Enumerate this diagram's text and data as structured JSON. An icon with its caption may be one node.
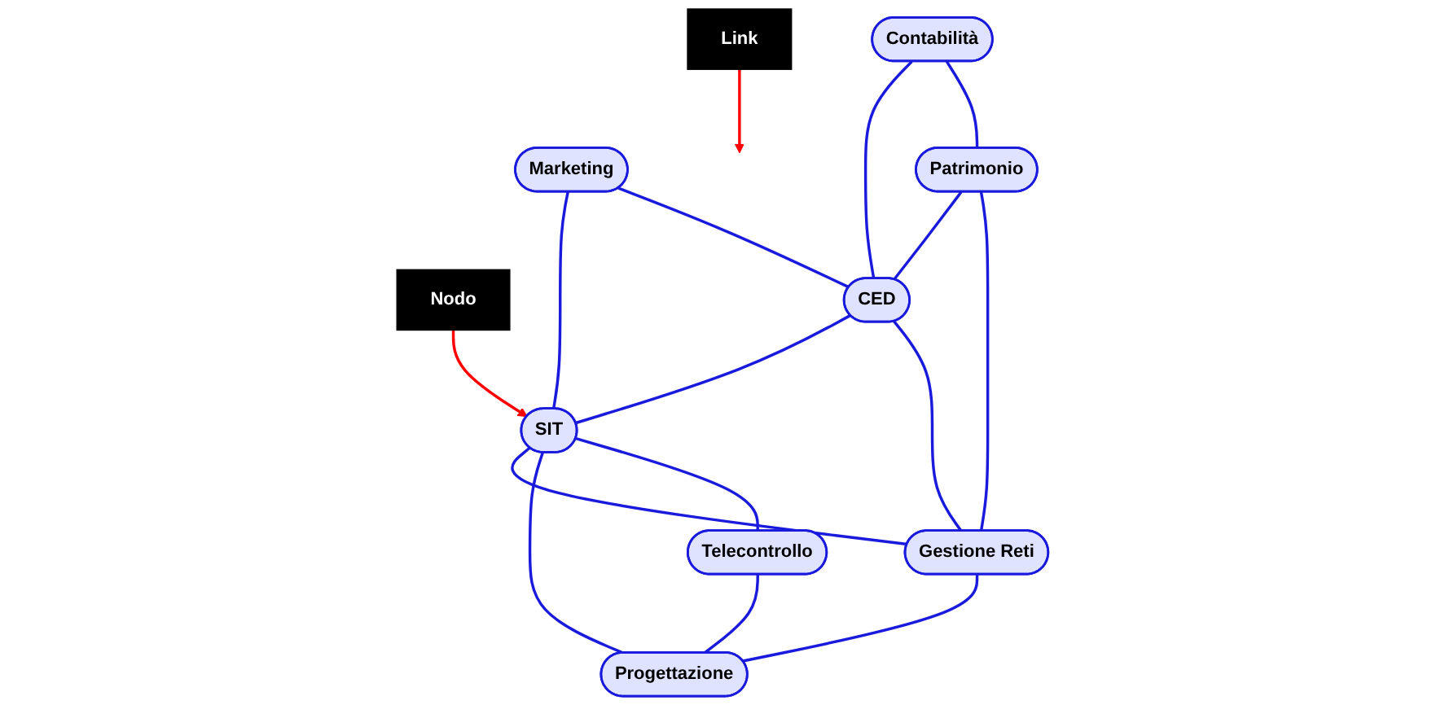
{
  "diagram": {
    "nodes": [
      {
        "text": [
          "Link"
        ]
      },
      {
        "text": [
          "Marketing"
        ]
      },
      {
        "text": [
          "SIT"
        ]
      },
      {
        "text": [
          "Nodo"
        ]
      },
      {
        "text": [
          "Telecontrollo"
        ]
      },
      {
        "text": [
          "Contabilità"
        ]
      },
      {
        "text": [
          "CED"
        ]
      },
      {
        "text": [
          "Patrimonio"
        ]
      },
      {
        "text": [
          "Gestione Reti"
        ]
      },
      {
        "text": [
          "Progettazione"
        ]
      }
    ],
    "edges": [
      {
        "from": 0,
        "to": null,
        "arrow": "to",
        "color": "#ff0000"
      },
      {
        "from": 3,
        "to": 2,
        "arrow": "to",
        "color": "#ff0000"
      },
      {
        "from": 1,
        "to": 2,
        "arrow": "none"
      },
      {
        "from": 1,
        "to": 6,
        "arrow": "none"
      },
      {
        "from": 5,
        "to": 6,
        "arrow": "none"
      },
      {
        "from": 5,
        "to": 7,
        "arrow": "none"
      },
      {
        "from": 7,
        "to": 6,
        "arrow": "none"
      },
      {
        "from": 7,
        "to": 8,
        "arrow": "none"
      },
      {
        "from": 6,
        "to": 2,
        "arrow": "none"
      },
      {
        "from": 6,
        "to": 8,
        "arrow": "none"
      },
      {
        "from": 2,
        "to": 8,
        "arrow": "none"
      },
      {
        "from": 2,
        "to": 9,
        "arrow": "none"
      },
      {
        "from": 2,
        "to": 4,
        "arrow": "none"
      },
      {
        "from": 4,
        "to": 9,
        "arrow": "none"
      },
      {
        "from": 8,
        "to": 9,
        "arrow": "none"
      }
    ]
  }
}
